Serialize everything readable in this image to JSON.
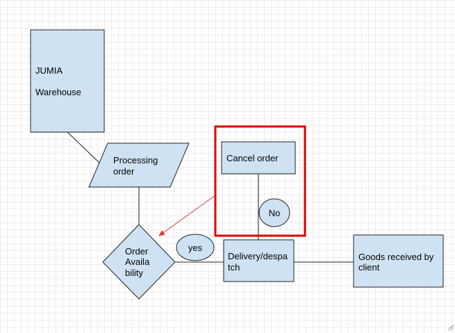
{
  "colors": {
    "node_fill": "#cfe2f3",
    "node_stroke": "#202020",
    "highlight": "#e00000",
    "arrow": "#e53935",
    "connector": "#202020"
  },
  "nodes": {
    "warehouse": {
      "line1": "JUMIA",
      "line2": "Warehouse"
    },
    "processing": {
      "line1": "Processing",
      "line2": "order"
    },
    "availability": {
      "line1": "Order",
      "line2": "Availa",
      "line3": "bility"
    },
    "cancel": {
      "label": "Cancel order"
    },
    "no": {
      "label": "No"
    },
    "yes": {
      "label": "yes"
    },
    "delivery": {
      "line1": "Delivery/despa",
      "line2": "tch"
    },
    "goods": {
      "line1": "Goods received by",
      "line2": "client"
    }
  }
}
